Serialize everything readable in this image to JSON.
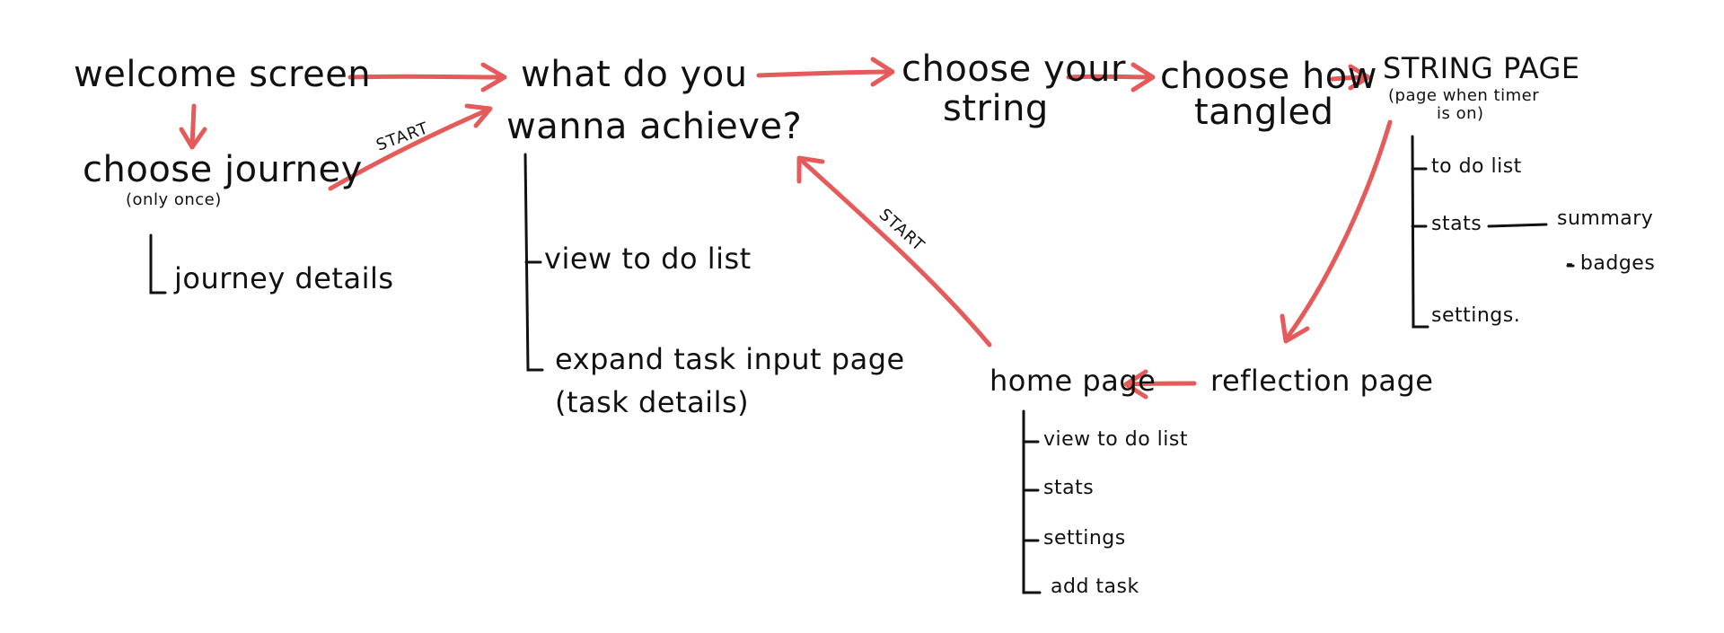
{
  "colors": {
    "arrow": "#e55a5a",
    "ink": "#111111",
    "background": "#ffffff"
  },
  "nodes": {
    "welcome": "welcome screen",
    "choose_journey": "choose journey",
    "choose_journey_note": "(only once)",
    "journey_details": "journey details",
    "achieve_line1": "what do you",
    "achieve_line2": "wanna achieve?",
    "view_todo": "view to do list",
    "expand_task": "expand task input page",
    "task_details": "(task details)",
    "choose_string_line1": "choose your",
    "choose_string_line2": "string",
    "tangled_line1": "choose how",
    "tangled_line2": "tangled",
    "string_page": "STRING PAGE",
    "string_page_note_line1": "(page when timer",
    "string_page_note_line2": "is on)",
    "string_todo": "to do list",
    "string_stats": "stats",
    "string_summary": "summary",
    "string_badges": "- badges",
    "string_settings": "settings.",
    "home_page": "home page",
    "reflection_page": "reflection page",
    "home_view_todo": "view to do list",
    "home_stats": "stats",
    "home_settings": "settings",
    "home_add_task": "add task"
  },
  "edge_labels": {
    "start_1": "START",
    "start_2": "START"
  }
}
